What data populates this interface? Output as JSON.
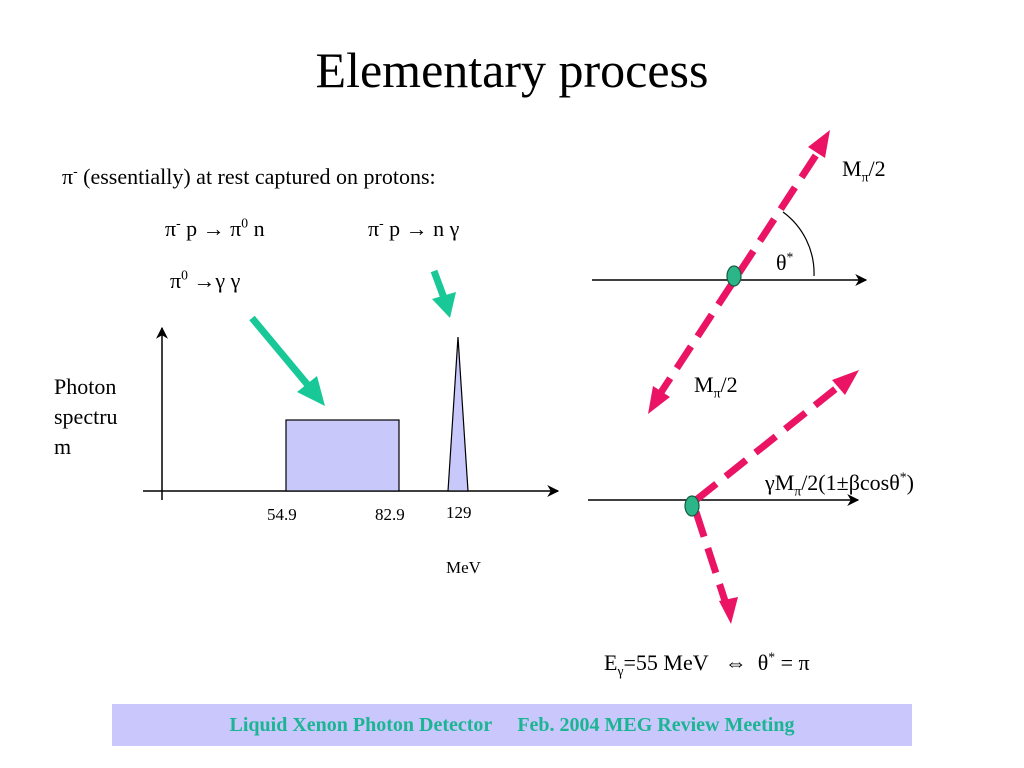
{
  "slide": {
    "title": "Elementary process",
    "intro": {
      "particle": "π",
      "charge": "-",
      "rest": " (essentially) at rest captured on protons:"
    },
    "reaction1": {
      "a": "π",
      "a_sup": "-",
      "b": " p → π",
      "b_sup": "0",
      "c": " n"
    },
    "reaction2": {
      "a": "π",
      "a_sup": "-",
      "b": " p → n γ"
    },
    "reaction3": {
      "a": "π",
      "a_sup": "0",
      "b": " →γ γ"
    }
  },
  "spectrum": {
    "y_label_lines": [
      "Photon",
      "spectru",
      "m"
    ],
    "x_ticks": [
      "54.9",
      "82.9",
      "129"
    ],
    "x_unit": "MeV"
  },
  "kinematics": {
    "top_label": {
      "main": "M",
      "sub": "π",
      "rest": "/2"
    },
    "angle_label": {
      "main": "θ",
      "sup": "*"
    },
    "bottom_label": {
      "main": "M",
      "sub": "π",
      "rest": "/2"
    },
    "boosted_label": {
      "pre": "γM",
      "sub": "π",
      "mid": "/2(1±βcosθ",
      "sup": "*",
      "post": ")"
    },
    "energy_relation": {
      "pre": "E",
      "sub": "γ",
      "mid": "=55 MeV   ⇔  θ",
      "sup": "*",
      "post": " = π"
    }
  },
  "colors": {
    "box_fill": "#c8c8fa",
    "arrow_green": "#18c896",
    "photon_pink": "#eb1464",
    "vertex_green": "#2db58a",
    "footer_bg": "#c9c7fb",
    "footer_text": "#1cb594"
  },
  "icons": {
    "vertex": "vertex-dot",
    "spectrum_arrow": "pointer-arrow"
  },
  "footer": {
    "left": "Liquid Xenon Photon Detector",
    "right": "Feb. 2004 MEG Review Meeting"
  }
}
